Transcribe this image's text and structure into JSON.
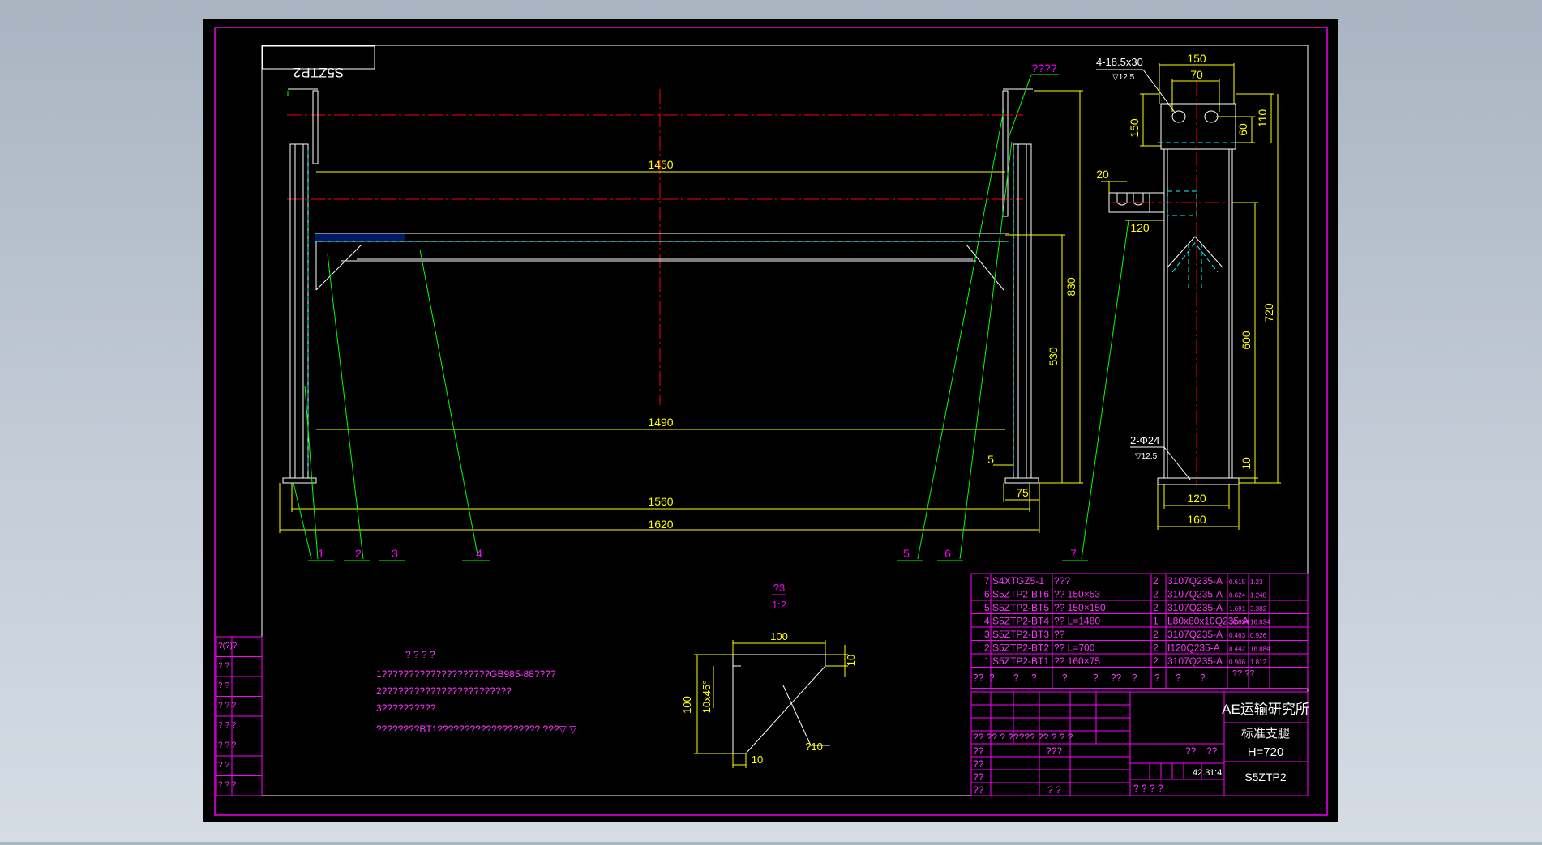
{
  "colors": {
    "background": "#000000",
    "frame": "#ff00ff",
    "outline": "#ffffff",
    "dimension": "#ffff00",
    "centerline": "#ff0000",
    "hidden": "#00ffff",
    "leader": "#00ff00",
    "text_magenta": "#ff33ff"
  },
  "drawing": {
    "code_box": "S5ZTP2",
    "hole_note_top": "4-18.5x30",
    "hole_note_bottom": "2-Φ24",
    "roughness_mark": "▽12.5",
    "leader_top_label": "????",
    "dims": {
      "d1450": "1450",
      "d1490": "1490",
      "d1560": "1560",
      "d1620": "1620",
      "d830": "830",
      "d530": "530",
      "d5": "5",
      "d75": "75",
      "d150_top": "150",
      "d70": "70",
      "d150_side": "150",
      "d60": "60",
      "d110": "110",
      "d20": "20",
      "d120_mid": "120",
      "d720": "720",
      "d600": "600",
      "d10_bottom": "10",
      "d120_bottom": "120",
      "d160": "160"
    },
    "part_numbers": [
      "1",
      "2",
      "3",
      "4",
      "5",
      "6",
      "7"
    ],
    "detail": {
      "scale_top": "?3",
      "scale_bottom": "1:2",
      "d100_top": "100",
      "d10_top": "10",
      "d100_left": "100",
      "chamfer": "10x45°",
      "d10_bottom": "10",
      "thickness": "?10"
    },
    "notes": {
      "title": "? ? ? ?",
      "lines": [
        "1????????????????????GB985-88????",
        "2????????????????????????",
        "3??????????",
        "????????BT1???????????????????     ???▽      ▽"
      ]
    }
  },
  "bom": {
    "rows": [
      {
        "no": "7",
        "code": "S4XTGZ5-1",
        "name": "???",
        "qty": "2",
        "material": "3107Q235-A",
        "unit": "0.615",
        "total": "1.23"
      },
      {
        "no": "6",
        "code": "S5ZTP2-BT6",
        "name": "?? 150×53",
        "qty": "2",
        "material": "3107Q235-A",
        "unit": "0.624",
        "total": "1.248"
      },
      {
        "no": "5",
        "code": "S5ZTP2-BT5",
        "name": "?? 150×150",
        "qty": "2",
        "material": "3107Q235-A",
        "unit": "1.691",
        "total": "3.382"
      },
      {
        "no": "4",
        "code": "S5ZTP2-BT4",
        "name": "?? L=1480",
        "qty": "1",
        "material": "L80x80x10Q235-A",
        "unit": "16.834",
        "total": "16.834"
      },
      {
        "no": "3",
        "code": "S5ZTP2-BT3",
        "name": "??",
        "qty": "2",
        "material": "3107Q235-A",
        "unit": "0.463",
        "total": "0.926"
      },
      {
        "no": "2",
        "code": "S5ZTP2-BT2",
        "name": "?? L=700",
        "qty": "2",
        "material": "I120Q235-A",
        "unit": "8.442",
        "total": "16.884"
      },
      {
        "no": "1",
        "code": "S5ZTP2-BT1",
        "name": "?? 160×75",
        "qty": "2",
        "material": "3107Q235-A",
        "unit": "0.906",
        "total": "1.812"
      }
    ],
    "header_cells": [
      "??",
      "?",
      "?",
      "?",
      "?",
      "?",
      "??",
      "?",
      "?",
      "?",
      "?"
    ],
    "header_extra": "?? ??"
  },
  "title_block": {
    "company": "AE运输研究所",
    "drawing_name": "标准支腿",
    "height_label": "H=720",
    "drawing_code": "S5ZTP2",
    "weight": "42.3",
    "scale": "1:4",
    "row_labels": [
      "??",
      "??",
      "??",
      "??"
    ],
    "row_sig": "?? ?? ? ?????  ?? ? ? ?",
    "approval_mid": "???",
    "bottom_mid": "? ?",
    "bottom_right": "?  ?  ?  ?",
    "small_cells": [
      "??",
      "??"
    ]
  },
  "revision_strip": [
    "?(?)?",
    "? ?",
    "? ?",
    "? ? ?",
    "? ? ?",
    "? ? ?",
    "? ?",
    "? ? ?"
  ]
}
